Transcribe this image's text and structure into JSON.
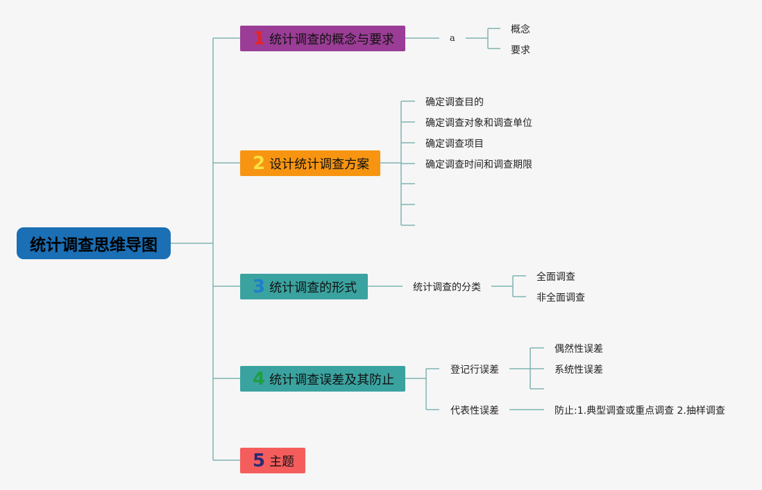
{
  "root": {
    "label": "统计调查思维导图"
  },
  "colors": {
    "root_bg": "#1a6fb5",
    "branch1_bg": "#9b3d96",
    "branch1_num": "#e0262c",
    "branch2_bg": "#f79512",
    "branch2_num": "#f7e047",
    "branch3_bg": "#3aa3a0",
    "branch3_num": "#1f7ec9",
    "branch4_bg": "#3aa3a0",
    "branch4_num": "#1f9e3f",
    "branch5_bg": "#f55d5d",
    "branch5_num": "#2b2a74",
    "line": "#7fb3b1"
  },
  "branches": [
    {
      "num": "1",
      "label": "统计调查的概念与要求",
      "sub": {
        "label": "a",
        "children": [
          "概念",
          "要求"
        ]
      }
    },
    {
      "num": "2",
      "label": "设计统计调查方案",
      "children": [
        "确定调查目的",
        "确定调查对象和调查单位",
        "确定调查项目",
        "确定调查时间和调查期限",
        "",
        "",
        ""
      ]
    },
    {
      "num": "3",
      "label": "统计调查的形式",
      "sub": {
        "label": "统计调查的分类",
        "children": [
          "全面调查",
          "非全面调查"
        ]
      }
    },
    {
      "num": "4",
      "label": "统计调查误差及其防止",
      "subs": [
        {
          "label": "登记行误差",
          "children": [
            "偶然性误差",
            "系统性误差",
            ""
          ]
        },
        {
          "label": "代表性误差",
          "children": [
            "防止:1.典型调查或重点调查 2.抽样调查"
          ]
        }
      ]
    },
    {
      "num": "5",
      "label": "主题"
    }
  ]
}
